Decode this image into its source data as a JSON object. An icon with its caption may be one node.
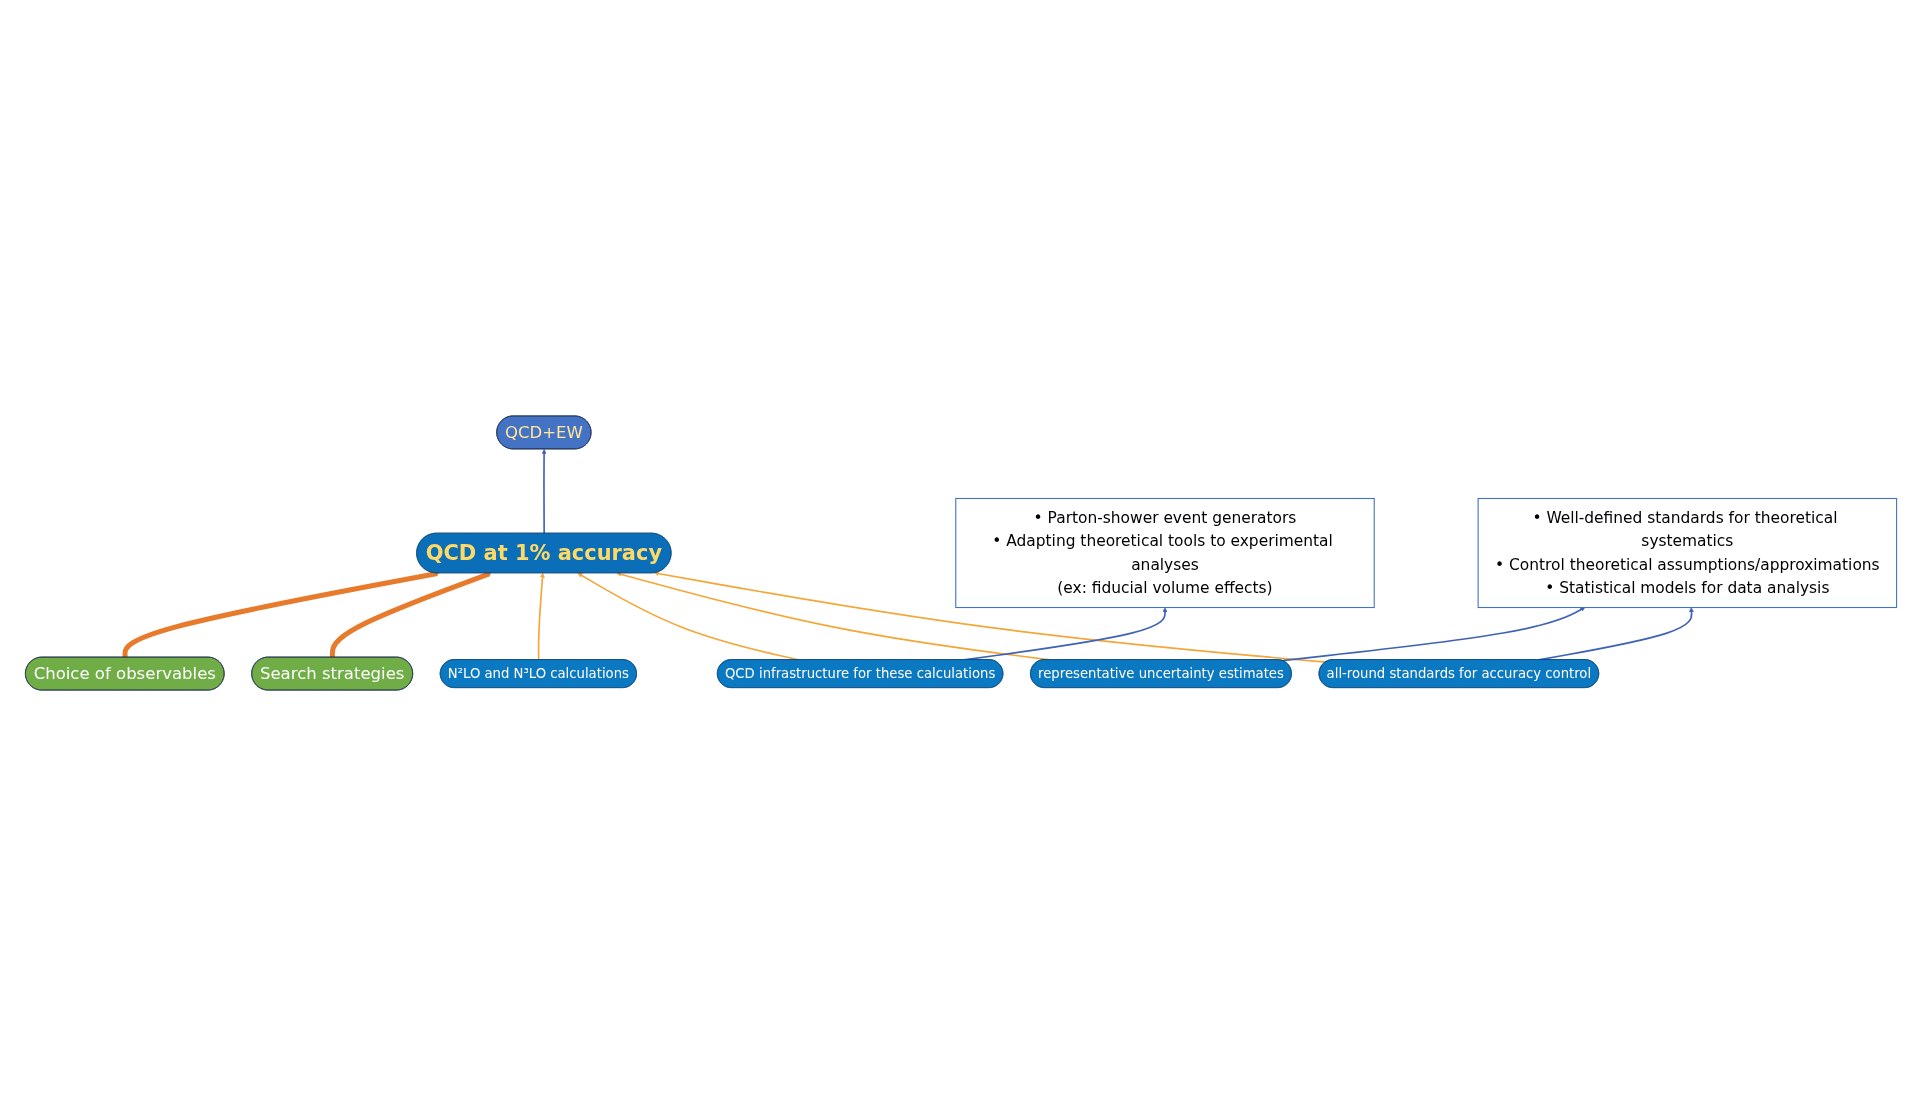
{
  "diagram": {
    "nodes": [
      {
        "text": [
          "Choice of observables"
        ]
      },
      {
        "text": [
          "QCD+EW"
        ]
      },
      {
        "text": [
          "Search strategies"
        ]
      },
      {
        "text": [
          "QCD at 1% accuracy"
        ]
      },
      {
        "text": [
          "N²LO and N³LO calculations"
        ]
      },
      {
        "text": [
          "QCD infrastructure for these calculations"
        ]
      },
      {
        "text": [
          "representative uncertainty estimates"
        ]
      },
      {
        "text": [
          "all-round standards for accuracy control"
        ]
      },
      {
        "text": [
          "• Parton-shower event generators",
          "• Adapting theoretical tools to experimental analyses",
          "(ex: fiducial volume effects)"
        ]
      },
      {
        "text": [
          "• Well-defined standards for theoretical systematics",
          "• Control theoretical assumptions/approximations",
          "• Statistical models for data analysis"
        ]
      }
    ],
    "edges": [
      {
        "from": 0,
        "to": 3,
        "arrow": "to",
        "style": "thick",
        "color": "#e87a2c"
      },
      {
        "from": 3,
        "to": 1,
        "arrow": "to",
        "color": "#3f62b8"
      },
      {
        "from": 2,
        "to": 3,
        "arrow": "to",
        "style": "thick",
        "color": "#e87a2c"
      },
      {
        "from": 4,
        "to": 3,
        "arrow": "to",
        "color": "#f4a638"
      },
      {
        "from": 5,
        "to": 3,
        "arrow": "to",
        "color": "#f4a638"
      },
      {
        "from": 6,
        "to": 3,
        "arrow": "to",
        "color": "#f4a638"
      },
      {
        "from": 7,
        "to": 3,
        "arrow": "to",
        "color": "#f4a638"
      },
      {
        "from": 5,
        "to": 8,
        "arrow": "to",
        "color": "#3f62b8"
      },
      {
        "from": 6,
        "to": 9,
        "arrow": "to",
        "color": "#3f62b8"
      },
      {
        "from": 7,
        "to": 9,
        "arrow": "to",
        "color": "#3f62b8"
      }
    ]
  }
}
